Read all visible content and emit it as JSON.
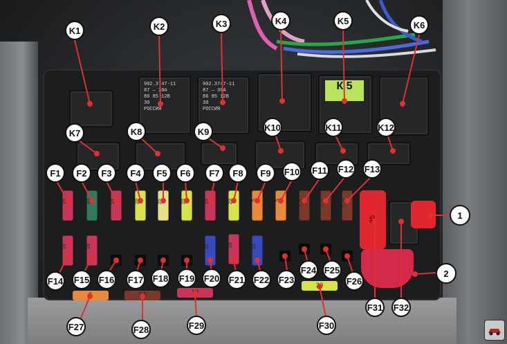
{
  "image": {
    "relays": [
      {
        "id": "K1",
        "label": ""
      },
      {
        "id": "K2",
        "label": "902.3747-11\n87 — 30A\n86   85 12В\n30\nРОССИЯ"
      },
      {
        "id": "K3",
        "label": "902.3747-11\n87 — 30A\n86   85 12В\n30\nРОССИЯ"
      },
      {
        "id": "K4",
        "label": ""
      },
      {
        "id": "K5",
        "label": "К\n5"
      },
      {
        "id": "K6",
        "label": ""
      },
      {
        "id": "K7",
        "label": ""
      },
      {
        "id": "K8",
        "label": ""
      },
      {
        "id": "K9",
        "label": ""
      },
      {
        "id": "K10",
        "label": ""
      },
      {
        "id": "K11",
        "label": ""
      },
      {
        "id": "K12",
        "label": ""
      }
    ],
    "fuses_top": [
      {
        "id": "F1",
        "color": "#c8365a",
        "rating": "10"
      },
      {
        "id": "F2",
        "color": "#2f7a5a",
        "rating": "30"
      },
      {
        "id": "F3",
        "color": "#c8365a",
        "rating": "10"
      },
      {
        "id": "F4",
        "color": "#d8e24a",
        "rating": "20"
      },
      {
        "id": "F5",
        "color": "#e6e08a",
        "rating": "25"
      },
      {
        "id": "F6",
        "color": "#d8e24a",
        "rating": "20"
      },
      {
        "id": "F7",
        "color": "#c8365a",
        "rating": "10"
      },
      {
        "id": "F8",
        "color": "#d8e24a",
        "rating": "20"
      },
      {
        "id": "F9",
        "color": "#e88a3a",
        "rating": "5"
      },
      {
        "id": "F10",
        "color": "#e88a3a",
        "rating": "5"
      },
      {
        "id": "F11",
        "color": "#7a3a2a",
        "rating": "7.5"
      },
      {
        "id": "F12",
        "color": "#7a3a2a",
        "rating": "7.5"
      },
      {
        "id": "F13",
        "color": "#7a3a2a",
        "rating": "7.5"
      }
    ],
    "fuses_bottom": [
      {
        "id": "F14",
        "color": "#c8365a",
        "rating": "10"
      },
      {
        "id": "F15",
        "color": "#c8365a",
        "rating": "10"
      },
      {
        "id": "F16",
        "color": "",
        "rating": ""
      },
      {
        "id": "F17",
        "color": "",
        "rating": ""
      },
      {
        "id": "F18",
        "color": "",
        "rating": ""
      },
      {
        "id": "F19",
        "color": "",
        "rating": ""
      },
      {
        "id": "F20",
        "color": "#3a4ab8",
        "rating": "15"
      },
      {
        "id": "F21",
        "color": "#c8365a",
        "rating": "10"
      },
      {
        "id": "F22",
        "color": "#3a4ab8",
        "rating": "15"
      },
      {
        "id": "F23",
        "color": "",
        "rating": ""
      },
      {
        "id": "F24",
        "color": "",
        "rating": ""
      },
      {
        "id": "F25",
        "color": "",
        "rating": ""
      },
      {
        "id": "F26",
        "color": "",
        "rating": ""
      }
    ],
    "fuses_horizontal": [
      {
        "id": "F27",
        "color": "#e88a3a",
        "rating": "5"
      },
      {
        "id": "F28",
        "color": "#7a3a2a",
        "rating": "7.5"
      },
      {
        "id": "F29",
        "color": "#c8365a",
        "rating": "10"
      },
      {
        "id": "F30",
        "color": "#d8e24a",
        "rating": "20"
      }
    ],
    "maxi_fuses": [
      {
        "id": "F31",
        "color": "#e0262e",
        "rating": "35"
      },
      {
        "id": "F32",
        "color": "",
        "rating": ""
      }
    ],
    "parts": [
      {
        "id": "1",
        "color": "#e0262e"
      },
      {
        "id": "2",
        "color": "#d42a4a"
      }
    ],
    "callouts": {
      "k1": "K1",
      "k2": "K2",
      "k3": "K3",
      "k4": "K4",
      "k5": "K5",
      "k6": "K6",
      "k7": "K7",
      "k8": "K8",
      "k9": "K9",
      "k10": "K10",
      "k11": "K11",
      "k12": "K12",
      "f1": "F1",
      "f2": "F2",
      "f3": "F3",
      "f4": "F4",
      "f5": "F5",
      "f6": "F6",
      "f7": "F7",
      "f8": "F8",
      "f9": "F9",
      "f10": "F10",
      "f11": "F11",
      "f12": "F12",
      "f13": "F13",
      "f14": "F14",
      "f15": "F15",
      "f16": "F16",
      "f17": "F17",
      "f18": "F18",
      "f19": "F19",
      "f20": "F20",
      "f21": "F21",
      "f22": "F22",
      "f23": "F23",
      "f24": "F24",
      "f25": "F25",
      "f26": "F26",
      "f27": "F27",
      "f28": "F28",
      "f29": "F29",
      "f30": "F30",
      "f31": "F31",
      "f32": "F32",
      "p1": "1",
      "p2": "2"
    }
  }
}
